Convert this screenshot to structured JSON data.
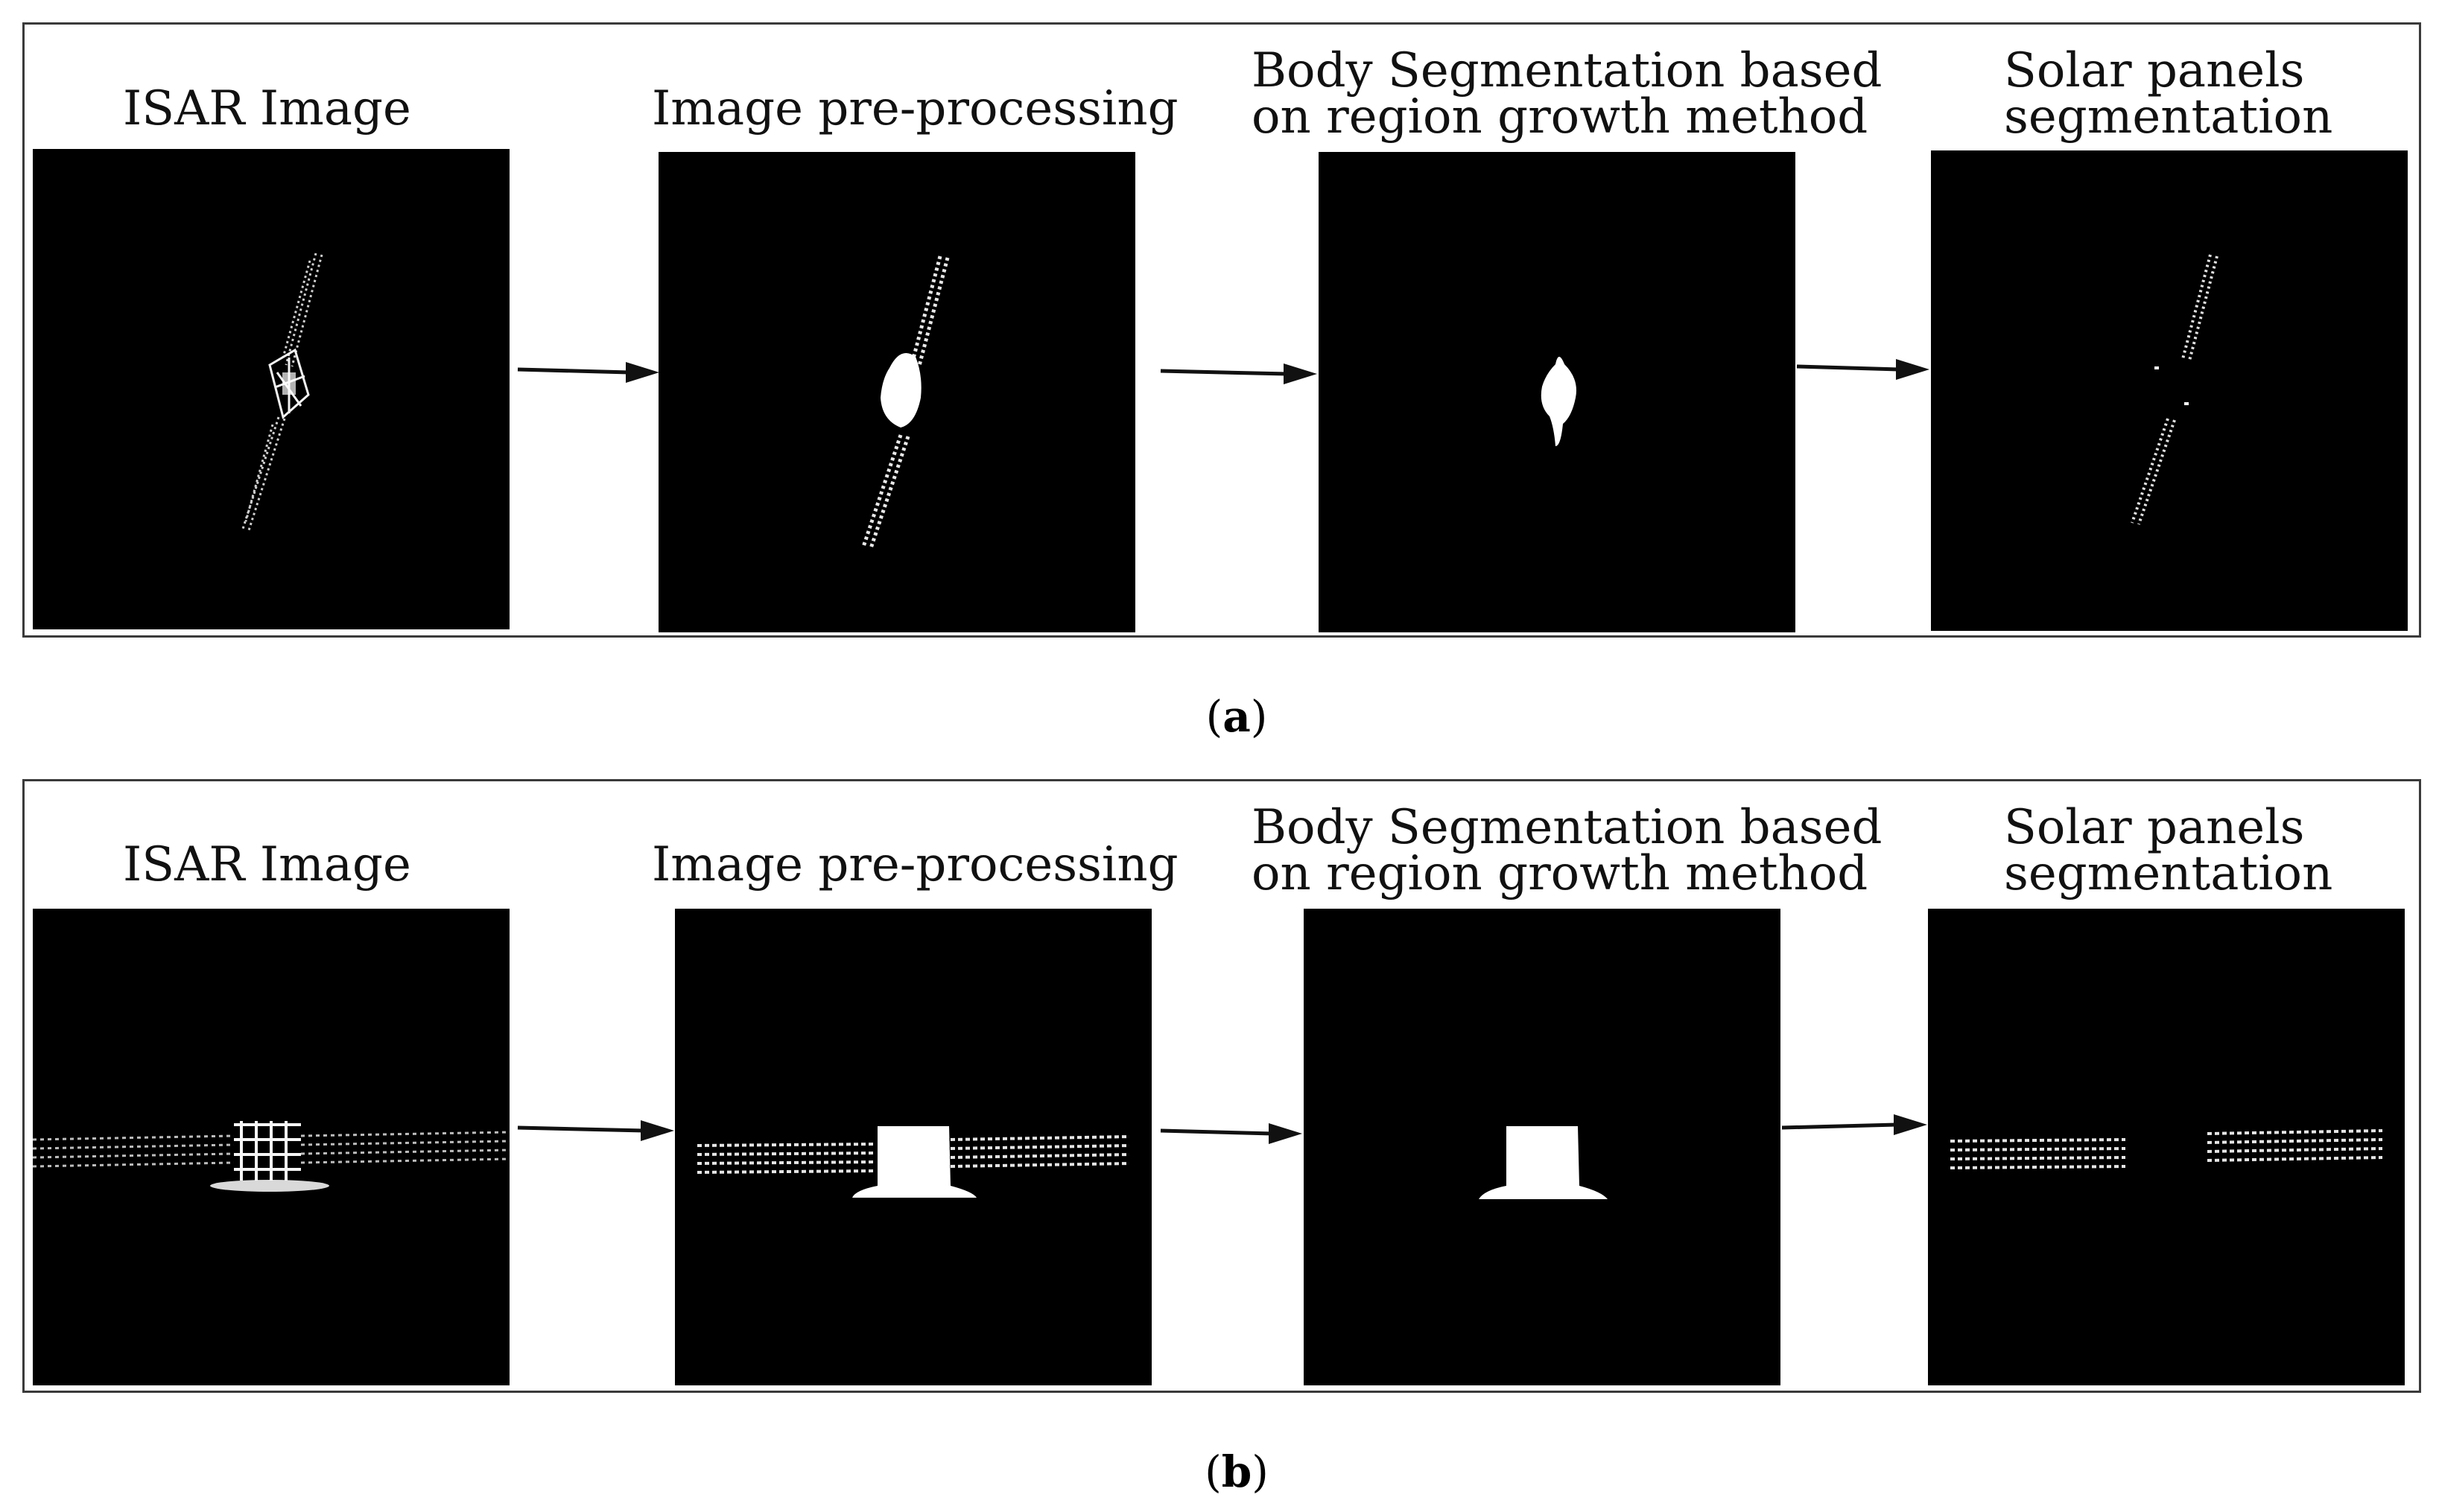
{
  "colors": {
    "frame": "#3a3a3a",
    "image_bg": "#000000",
    "target": "#ffffff",
    "arrow": "#111111"
  },
  "panels": [
    {
      "caption_letter": "a",
      "stages": [
        {
          "label_lines": [
            "ISAR Image"
          ],
          "image": "raw-isar-tilted-satellite"
        },
        {
          "label_lines": [
            "Image pre-processing"
          ],
          "image": "preprocessed-tilted-satellite"
        },
        {
          "label_lines": [
            "Body Segmentation based",
            "on region growth method"
          ],
          "image": "body-only-tilted"
        },
        {
          "label_lines": [
            "Solar panels",
            "segmentation"
          ],
          "image": "panels-only-tilted"
        }
      ]
    },
    {
      "caption_letter": "b",
      "stages": [
        {
          "label_lines": [
            "ISAR Image"
          ],
          "image": "raw-isar-horizontal-satellite"
        },
        {
          "label_lines": [
            "Image pre-processing"
          ],
          "image": "preprocessed-horizontal-satellite"
        },
        {
          "label_lines": [
            "Body Segmentation based",
            "on region growth method"
          ],
          "image": "body-only-horizontal"
        },
        {
          "label_lines": [
            "Solar panels",
            "segmentation"
          ],
          "image": "panels-only-horizontal"
        }
      ]
    }
  ]
}
